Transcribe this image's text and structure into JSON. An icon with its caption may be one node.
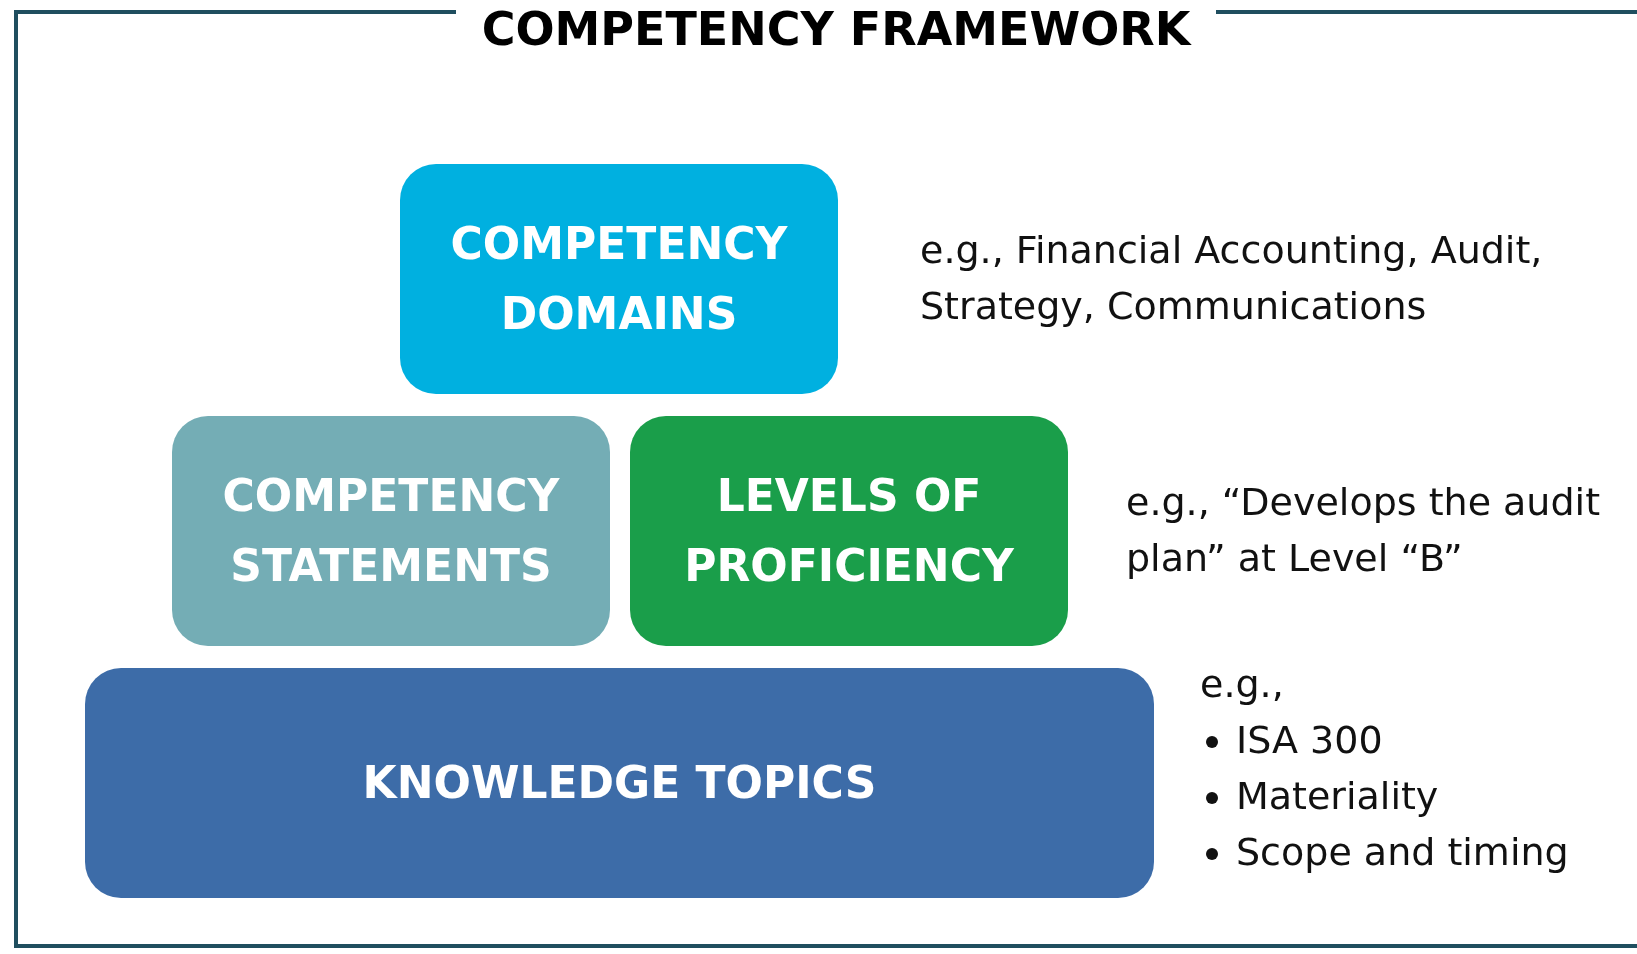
{
  "diagram": {
    "title": "COMPETENCY FRAMEWORK",
    "nodes": [
      {
        "text": [
          "COMPETENCY DOMAINS"
        ],
        "beside": [
          "e.g., Financial Accounting, Audit, Strategy, Communications"
        ]
      },
      {
        "text": [
          "COMPETENCY STATEMENTS"
        ]
      },
      {
        "text": [
          "LEVELS OF PROFICIENCY"
        ],
        "beside": [
          "e.g., “Develops the audit plan” at Level “B”"
        ]
      },
      {
        "text": [
          "KNOWLEDGE TOPICS"
        ],
        "beside": [
          "e.g.,",
          "ISA 300",
          "Materiality",
          "Scope and timing"
        ]
      }
    ],
    "edges": []
  }
}
